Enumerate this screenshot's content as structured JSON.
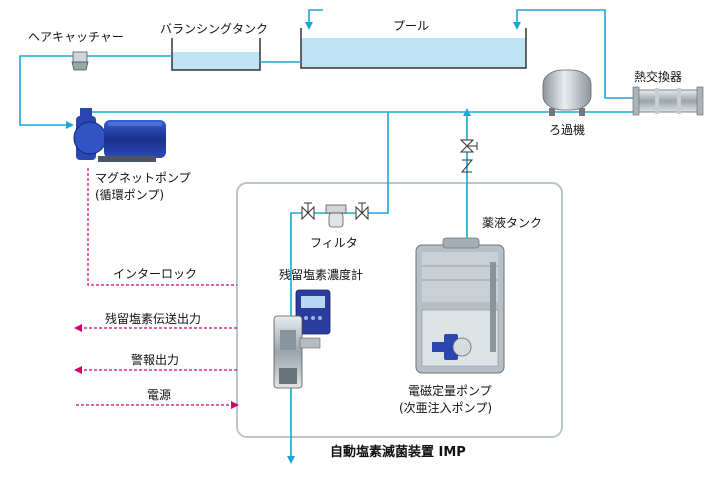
{
  "labels": {
    "hair_catcher": "ヘアキャッチャー",
    "balancing_tank": "バランシングタンク",
    "pool": "プール",
    "heat_exchanger": "熱交換器",
    "filter_machine": "ろ過機",
    "magnet_pump_line1": "マグネットポンプ",
    "magnet_pump_line2": "(循環ポンプ)",
    "strainer": "フィルタ",
    "chemical_tank": "薬液タンク",
    "chlorine_meter": "残留塩素濃度計",
    "interlock": "インターロック",
    "chlorine_output": "残留塩素伝送出力",
    "alarm_output": "警報出力",
    "power": "電源",
    "dosing_pump_line1": "電磁定量ポンプ",
    "dosing_pump_line2": "(次亜注入ポンプ)",
    "system_title": "自動塩素滅菌装置 IMP"
  },
  "colors": {
    "pipe": "#1aa7d8",
    "water": "#bfe3f4",
    "signal": "#d6006d",
    "pump_blue": "#1f3fa8",
    "system_box": "#b9c4cc",
    "tank_gray": "#b7bfc6"
  }
}
